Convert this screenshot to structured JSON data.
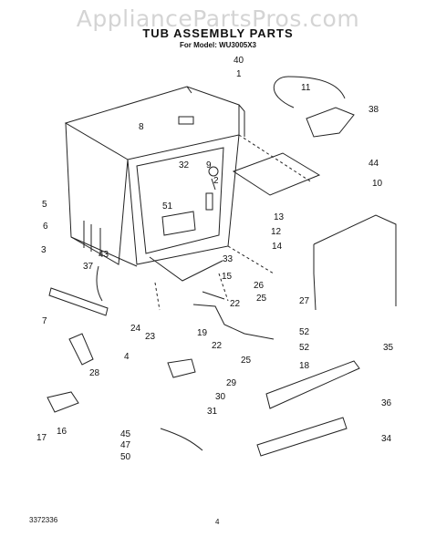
{
  "watermark": "AppliancePartsPros.com",
  "title": "TUB ASSEMBLY PARTS",
  "subtitle": "For Model: WU3005X3",
  "footer": {
    "code": "3372336",
    "page": "4"
  },
  "callouts": [
    "40",
    "1",
    "11",
    "38",
    "8",
    "44",
    "32",
    "9",
    "2",
    "10",
    "51",
    "13",
    "12",
    "14",
    "5",
    "6",
    "3",
    "43",
    "37",
    "33",
    "15",
    "26",
    "22",
    "27",
    "25",
    "7",
    "24",
    "23",
    "4",
    "19",
    "22",
    "52",
    "52",
    "35",
    "25",
    "18",
    "28",
    "29",
    "30",
    "31",
    "36",
    "17",
    "16",
    "45",
    "47",
    "50",
    "34"
  ]
}
